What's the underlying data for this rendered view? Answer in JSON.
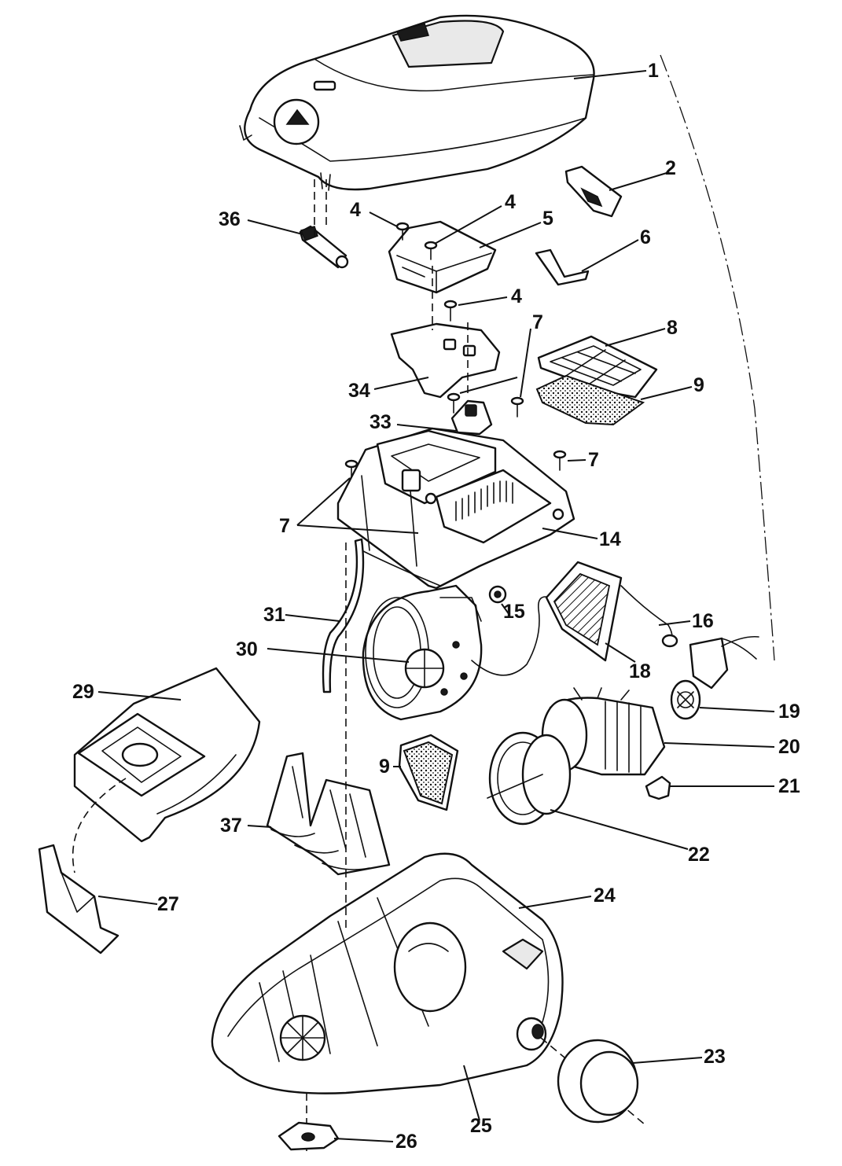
{
  "callouts": {
    "c1": "1",
    "c2": "2",
    "c4a": "4",
    "c4b": "4",
    "c4c": "4",
    "c5": "5",
    "c6": "6",
    "c7a": "7",
    "c7b": "7",
    "c7c": "7",
    "c8": "8",
    "c9a": "9",
    "c9b": "9",
    "c14": "14",
    "c15": "15",
    "c16": "16",
    "c18": "18",
    "c19": "19",
    "c20": "20",
    "c21": "21",
    "c22": "22",
    "c23": "23",
    "c24": "24",
    "c25": "25",
    "c26": "26",
    "c27": "27",
    "c29": "29",
    "c30": "30",
    "c31": "31",
    "c33": "33",
    "c34": "34",
    "c36": "36",
    "c37": "37"
  }
}
